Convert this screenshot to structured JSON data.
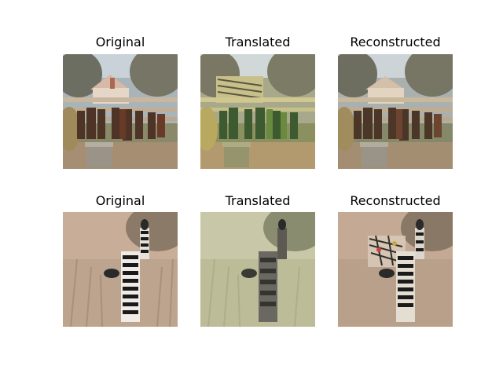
{
  "rows": [
    {
      "panels": [
        {
          "title": "Original"
        },
        {
          "title": "Translated"
        },
        {
          "title": "Reconstructed"
        }
      ]
    },
    {
      "panels": [
        {
          "title": "Original"
        },
        {
          "title": "Translated"
        },
        {
          "title": "Reconstructed"
        }
      ]
    }
  ]
}
